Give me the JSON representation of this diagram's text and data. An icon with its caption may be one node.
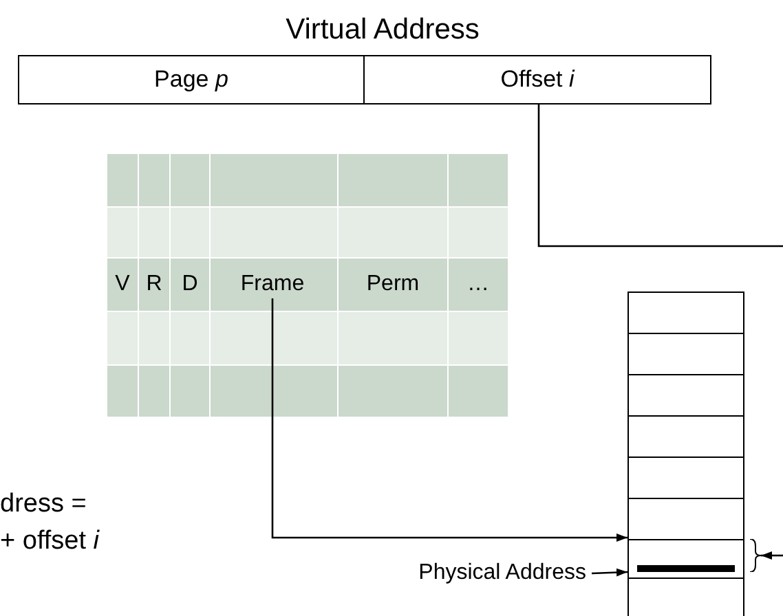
{
  "diagram": {
    "title": "Virtual Address",
    "nodes": [
      {
        "text": [
          "Page *p*"
        ]
      },
      {
        "text": [
          "Offset *i*"
        ]
      },
      {
        "text": [
          "Frame"
        ]
      },
      {
        "text": [
          "Physical Address"
        ]
      },
      {
        "text": [],
        "shape": "box"
      },
      {
        "text": [],
        "shape": "box",
        "in": 4
      },
      {
        "text": [],
        "shape": "brace"
      }
    ],
    "edges": [
      {
        "from": 1,
        "to": null,
        "arrow": "none"
      },
      {
        "from": 2,
        "to": 5,
        "arrow": "to"
      },
      {
        "from": 3,
        "to": 5,
        "arrow": "to"
      },
      {
        "from": null,
        "to": 6,
        "arrow": "to"
      }
    ],
    "labels": [
      "V",
      "R",
      "D",
      "Perm",
      "…",
      "dress =",
      "+ offset *i*"
    ]
  }
}
